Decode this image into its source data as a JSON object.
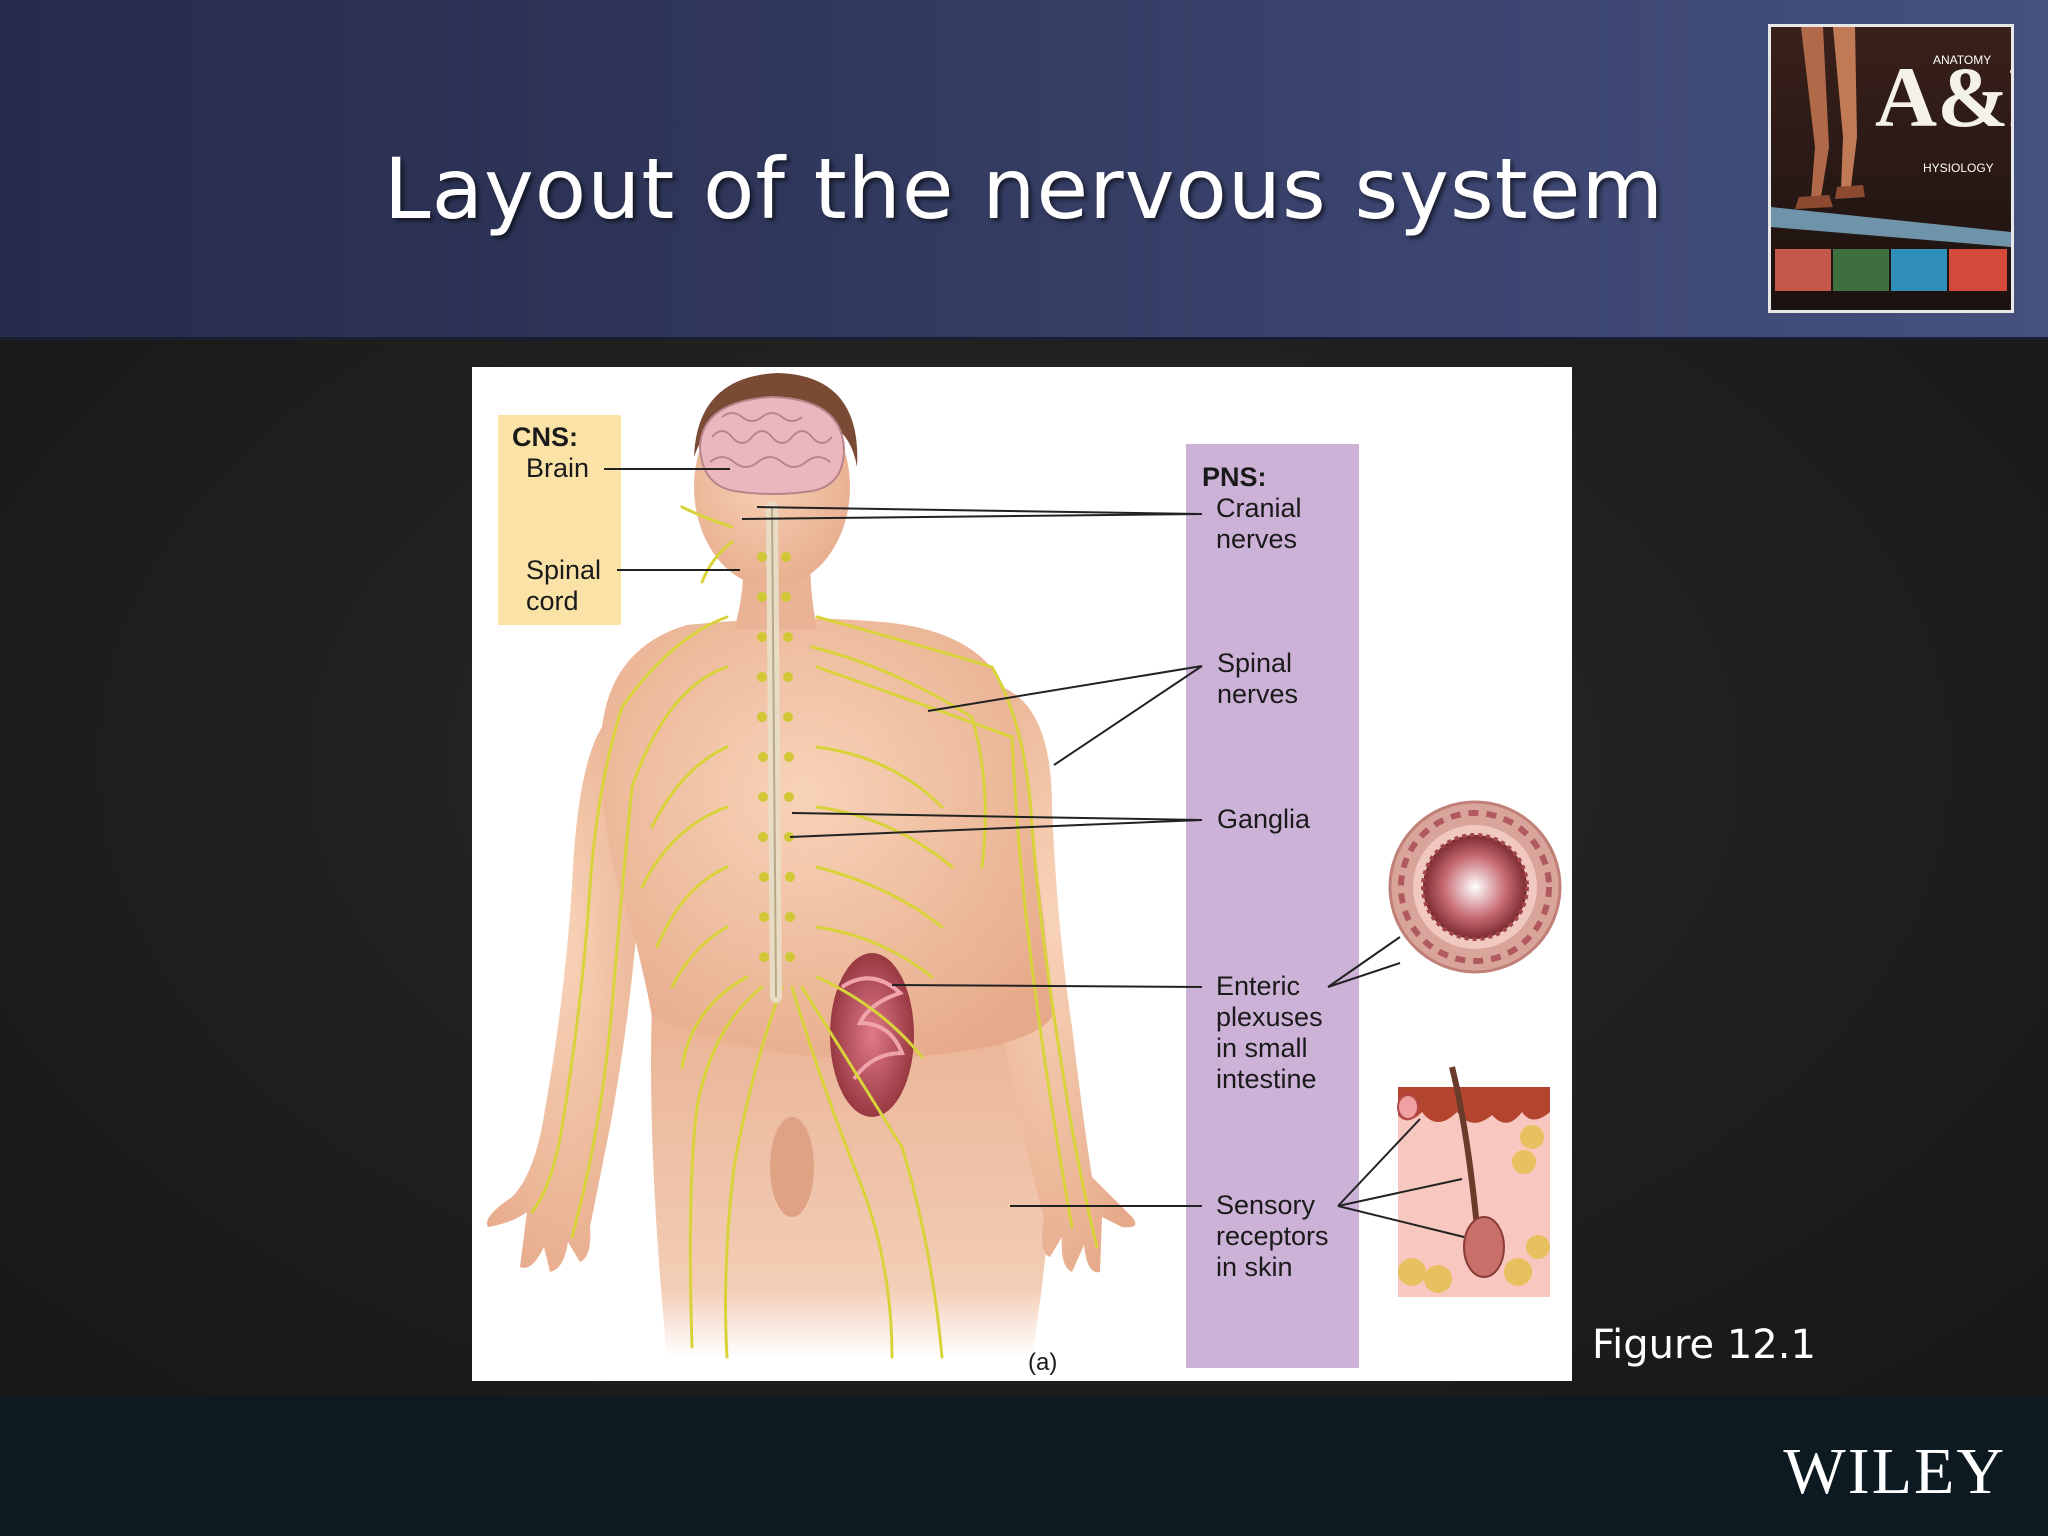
{
  "slide": {
    "title": "Layout of the nervous system",
    "figure_caption": "Figure 12.1",
    "publisher": "WILEY"
  },
  "book_cover": {
    "letters": "A&P",
    "title_line_1": "ANATOMY",
    "title_line_2": "HYSIOLOGY"
  },
  "figure": {
    "panel_label": "(a)",
    "cns": {
      "heading": "CNS:",
      "brain": "Brain",
      "spinal_cord": "Spinal\ncord"
    },
    "pns": {
      "heading": "PNS:",
      "cranial_nerves": "Cranial\nnerves",
      "spinal_nerves": "Spinal\nnerves",
      "ganglia": "Ganglia",
      "enteric_plexuses": "Enteric\nplexuses\nin small\nintestine",
      "sensory_receptors": "Sensory\nreceptors\nin skin"
    }
  },
  "colors": {
    "header_blue": "#2f365a",
    "cns_box": "#fbe3a8",
    "pns_box": "#cdb2d8",
    "nerve_yellow": "#d8d33a",
    "skin": "#f2c4a4"
  }
}
